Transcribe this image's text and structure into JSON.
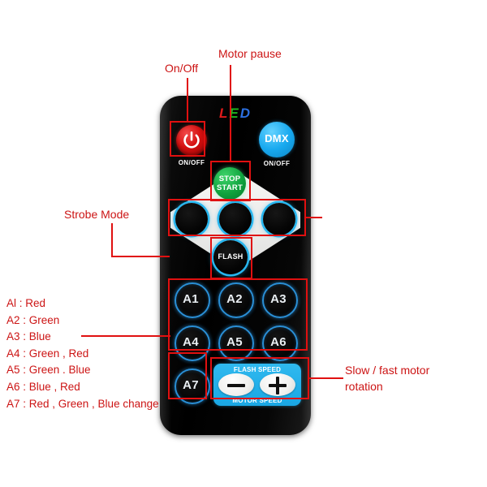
{
  "device": {
    "brand_logo": {
      "l": "L",
      "e": "E",
      "d": "D"
    },
    "buttons": {
      "power_icon": "power-icon",
      "power_label": "ON/OFF",
      "dmx_text": "DMX",
      "dmx_label": "ON/OFF",
      "stop_line1": "STOP",
      "stop_line2": "START",
      "flash": "FLASH",
      "a1": "A1",
      "a2": "A2",
      "a3": "A3",
      "a4": "A4",
      "a5": "A5",
      "a6": "A6",
      "a7": "A7",
      "minus": "minus-icon",
      "plus": "plus-icon"
    },
    "speed_panel": {
      "top_caption": "FLASH SPEED",
      "bottom_caption": "MOTOR SPEED"
    }
  },
  "annotations": {
    "on_off": "On/Off",
    "motor_pause": "Motor pause",
    "strobe_mode": "Strobe Mode",
    "slow_fast_line1": "Slow / fast motor",
    "slow_fast_line2": "rotation"
  },
  "legend": {
    "rows": [
      "Al : Red",
      "A2 : Green",
      "A3 : Blue",
      "A4 : Green , Red",
      "A5 : Green . Blue",
      "A6 : Blue , Red",
      "A7 : Red , Green , Blue change"
    ]
  },
  "colors": {
    "annotation_red": "#cc1414",
    "box_red": "#e01010",
    "power_red": "#d40f0f",
    "dmx_blue": "#18a9ef",
    "stop_green": "#10a33e",
    "button_ring_blue": "#2a8fd6",
    "speed_panel_blue": "#1aa7e4",
    "body_black": "#000000",
    "diamond_white": "#f2f2f0",
    "logo_l_red": "#e01b1b",
    "logo_e_green": "#1db820",
    "logo_d_blue": "#2b6fe0"
  }
}
